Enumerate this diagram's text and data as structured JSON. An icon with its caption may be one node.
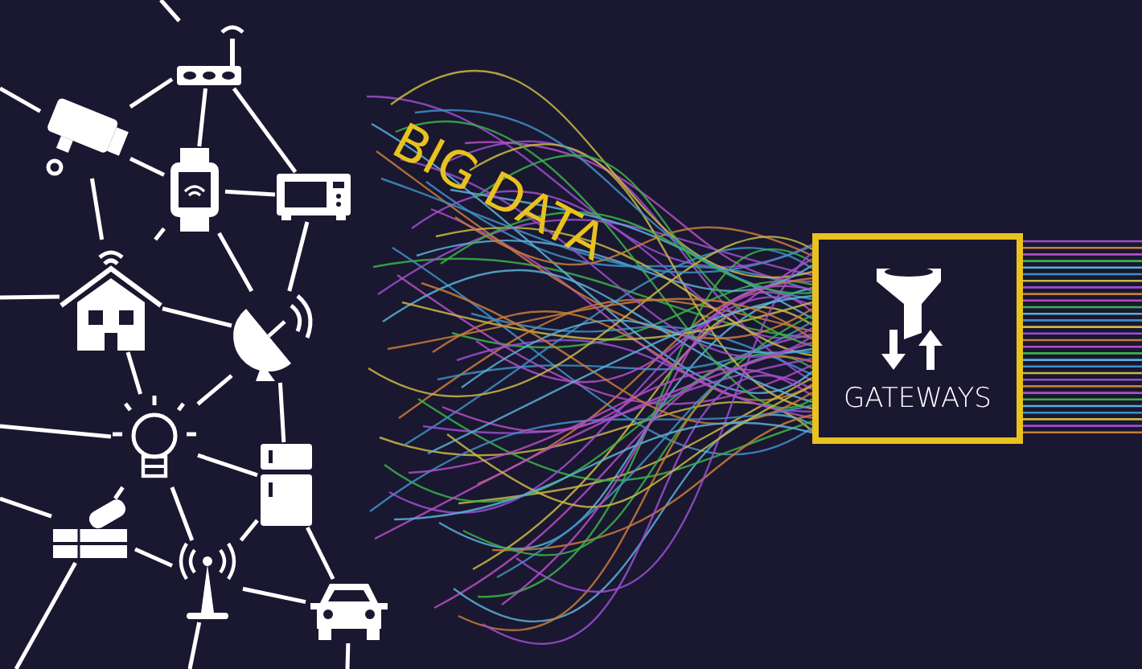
{
  "diagram": {
    "nodes": [
      {
        "text": [],
        "shape": "picture"
      },
      {
        "text": [],
        "shape": "picture"
      },
      {
        "text": [],
        "shape": "picture"
      },
      {
        "text": [],
        "shape": "picture"
      },
      {
        "text": [],
        "shape": "picture"
      },
      {
        "text": [],
        "shape": "picture"
      },
      {
        "text": [],
        "shape": "picture"
      },
      {
        "text": [],
        "shape": "picture"
      },
      {
        "text": [],
        "shape": "picture"
      },
      {
        "text": [],
        "shape": "picture"
      },
      {
        "text": [],
        "shape": "picture"
      },
      {
        "text": [
          "GATEWAYS"
        ]
      }
    ],
    "edges": [
      {
        "from": 0,
        "to": 1,
        "arrow": "none"
      },
      {
        "from": 0,
        "to": 2,
        "arrow": "none"
      },
      {
        "from": 0,
        "to": 3,
        "arrow": "none"
      },
      {
        "from": null,
        "to": 0,
        "arrow": "none"
      },
      {
        "from": 1,
        "to": 2,
        "arrow": "none"
      },
      {
        "from": 1,
        "to": 4,
        "arrow": "none"
      },
      {
        "from": null,
        "to": 1,
        "arrow": "none"
      },
      {
        "from": 2,
        "to": 3,
        "arrow": "none"
      },
      {
        "from": 2,
        "to": 4,
        "arrow": "none"
      },
      {
        "from": 2,
        "to": 5,
        "arrow": "none"
      },
      {
        "from": 3,
        "to": 5,
        "arrow": "none"
      },
      {
        "from": 4,
        "to": 5,
        "arrow": "none"
      },
      {
        "from": 4,
        "to": 6,
        "arrow": "none"
      },
      {
        "from": null,
        "to": 4,
        "arrow": "none"
      },
      {
        "from": 5,
        "to": 6,
        "arrow": "none"
      },
      {
        "from": 5,
        "to": 7,
        "arrow": "none"
      },
      {
        "from": 6,
        "to": 7,
        "arrow": "none"
      },
      {
        "from": 6,
        "to": 8,
        "arrow": "none"
      },
      {
        "from": 6,
        "to": 9,
        "arrow": "none"
      },
      {
        "from": null,
        "to": 6,
        "arrow": "none"
      },
      {
        "from": 7,
        "to": 9,
        "arrow": "none"
      },
      {
        "from": 7,
        "to": 10,
        "arrow": "none"
      },
      {
        "from": 8,
        "to": 9,
        "arrow": "none"
      },
      {
        "from": null,
        "to": 8,
        "arrow": "none"
      },
      {
        "from": 8,
        "to": null,
        "arrow": "none"
      },
      {
        "from": 9,
        "to": null,
        "arrow": "none"
      },
      {
        "from": 10,
        "to": null,
        "arrow": "none"
      },
      {
        "from": 9,
        "to": 10,
        "arrow": "none"
      }
    ],
    "labels": [
      "BIG DATA"
    ]
  }
}
